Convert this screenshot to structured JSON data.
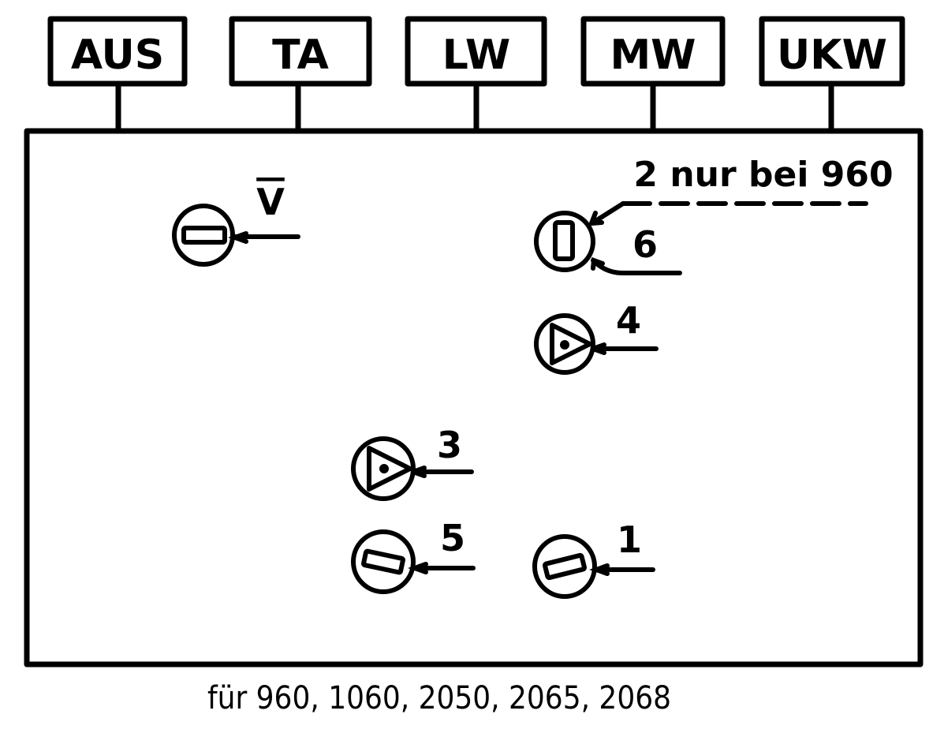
{
  "buttons": [
    {
      "label": "AUS"
    },
    {
      "label": "TA"
    },
    {
      "label": "LW"
    },
    {
      "label": "MW"
    },
    {
      "label": "UKW"
    }
  ],
  "controls": {
    "v": {
      "label": "V"
    },
    "six": {
      "label": "6"
    },
    "note": {
      "label": "2 nur bei 960"
    },
    "four": {
      "label": "4"
    },
    "three": {
      "label": "3"
    },
    "five": {
      "label": "5"
    },
    "one": {
      "label": "1"
    }
  },
  "caption": "für 960, 1060, 2050, 2065, 2068"
}
